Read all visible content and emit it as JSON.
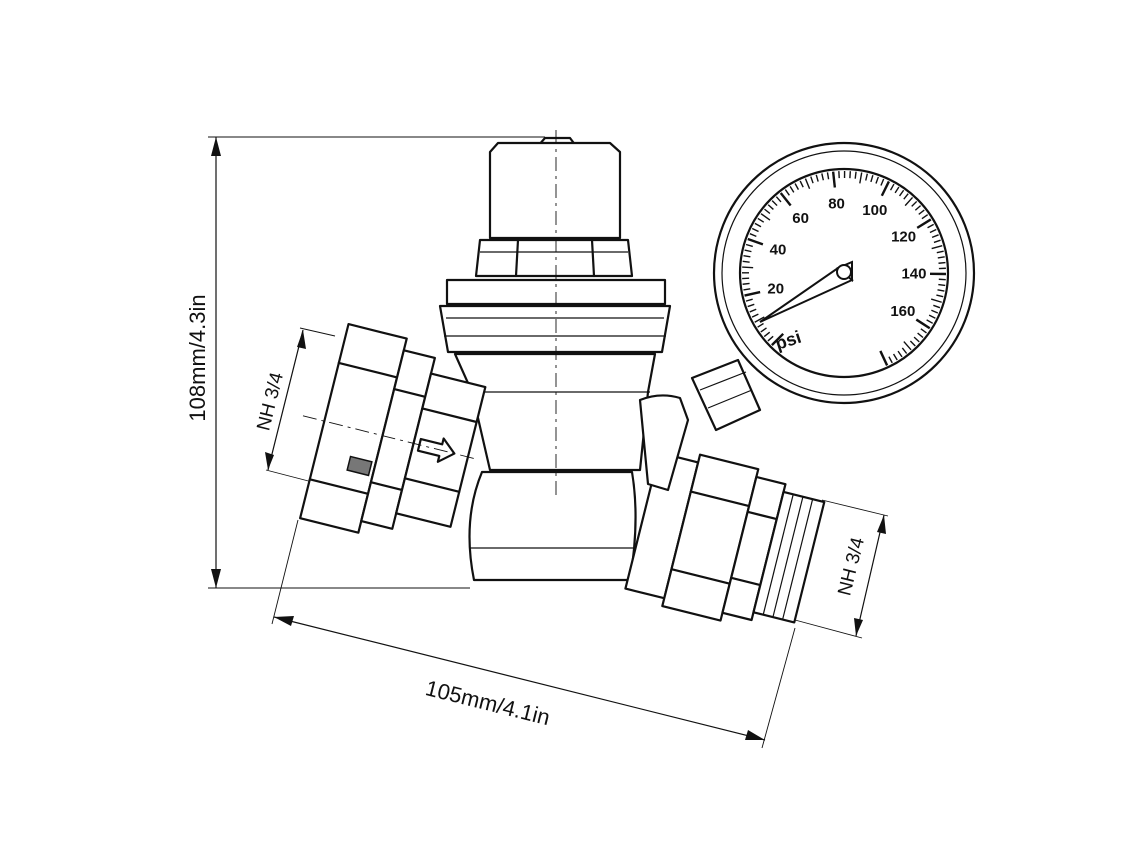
{
  "dimensions": {
    "height_label": "108mm/4.3in",
    "width_label": "105mm/4.1in",
    "inlet_thread": "NH 3/4",
    "outlet_thread": "NH 3/4"
  },
  "gauge": {
    "unit": "psi",
    "scale": [
      "20",
      "40",
      "60",
      "80",
      "100",
      "120",
      "140",
      "160"
    ]
  },
  "colors": {
    "line": "#111111",
    "background": "#ffffff"
  }
}
